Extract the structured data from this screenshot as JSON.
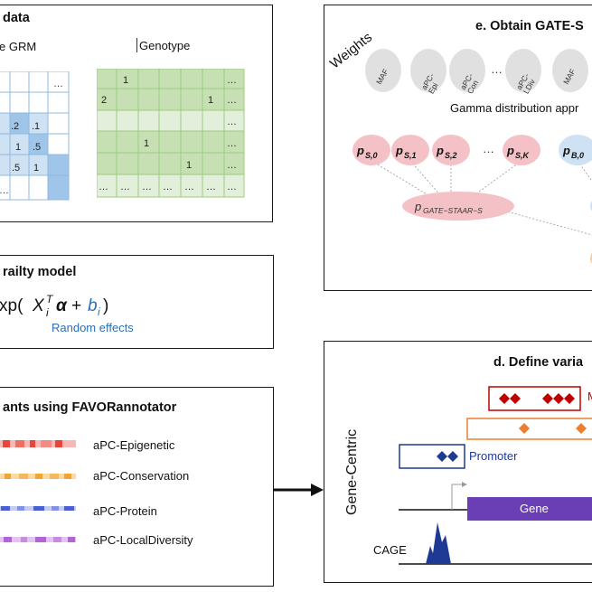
{
  "panel_data": {
    "title": "data",
    "grm_label": "e GRM",
    "genotype_label": "Genotype",
    "grm_cells": [
      "…",
      ".2",
      ".1",
      "1",
      ".5",
      ".5",
      "1",
      "…"
    ],
    "geno_cells": [
      "1",
      "…",
      "2",
      "1",
      "…",
      "…",
      "1",
      "…",
      "1",
      "…",
      "…",
      "…",
      "…",
      "…",
      "…",
      "…",
      "…",
      "…"
    ]
  },
  "panel_model": {
    "title": "railty model",
    "random_effects": "Random effects"
  },
  "panel_annot": {
    "title": "ants using FAVORannotator",
    "tracks": [
      {
        "label": "aPC-Epigenetic",
        "color": "#e8453c"
      },
      {
        "label": "aPC-Conservation",
        "color": "#f2a531"
      },
      {
        "label": "aPC-Protein",
        "color": "#4a5ed6"
      },
      {
        "label": "aPC-LocalDiversity",
        "color": "#b463d6"
      }
    ]
  },
  "panel_gate": {
    "title": "e. Obtain GATE-S",
    "weights_label": "Weights",
    "weight_ellipses": [
      "MAF",
      "aPC-\nEpi",
      "aPC-\nCon",
      "aPC-\nLDiv",
      "MAF"
    ],
    "ellipsis": "…",
    "gamma_label": "Gamma distribution appr",
    "p_ellipsis": "…"
  },
  "panel_define": {
    "title": "d. Define varia",
    "side_label": "Gene-Centric",
    "promoter_label": "Promoter",
    "missense_label": "M",
    "gene_label": "Gene",
    "cage_label": "CAGE"
  },
  "colors": {
    "grm_blue": "#cfe2f3",
    "grm_blue_dark": "#9fc5e8",
    "geno_green": "#c6e0b4",
    "geno_green_light": "#e2efda",
    "pink": "#f4c2c6",
    "blue_light": "#cfe2f3",
    "gray_ellipse": "#e0e0e0",
    "gene_purple": "#6a3fb5",
    "missense_red": "#c00000",
    "orange": "#ed7d31",
    "navy": "#1f3a93",
    "random_effects_blue": "#2e6fb0"
  }
}
